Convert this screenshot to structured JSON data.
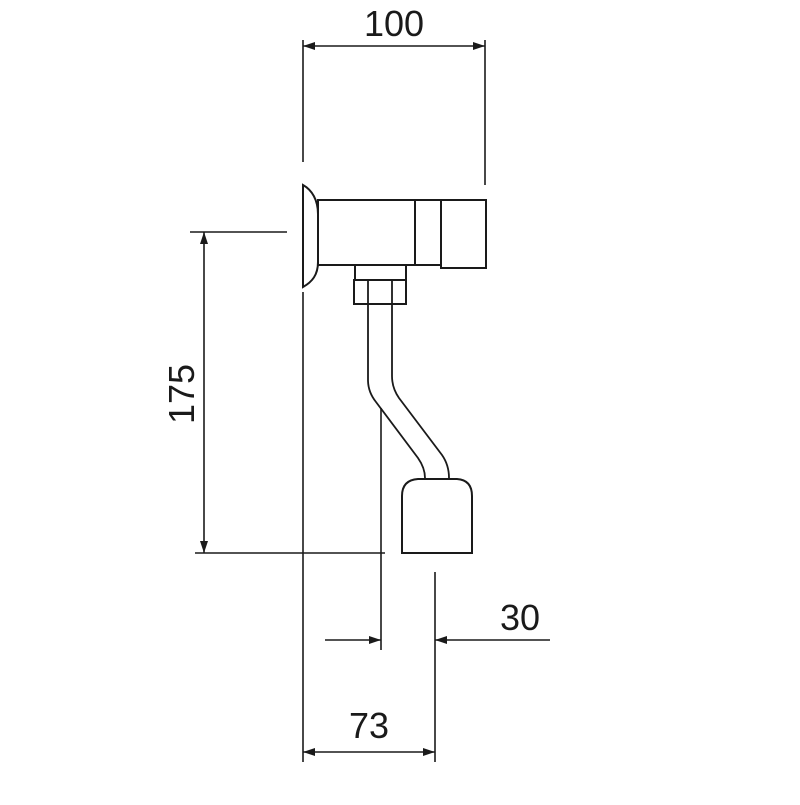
{
  "dimensions": {
    "width_top": "100",
    "height_left": "175",
    "offset_right": "30",
    "width_bottom": "73"
  },
  "colors": {
    "line": "#1a1a1a",
    "background": "#ffffff"
  }
}
